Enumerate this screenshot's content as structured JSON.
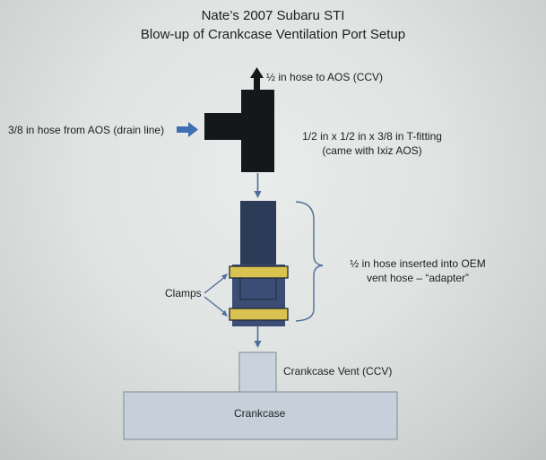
{
  "title_line1": "Nate’s 2007 Subaru STI",
  "title_line2": "Blow-up of Crankcase Ventilation Port Setup",
  "labels": {
    "hose_to_aos": "½ in hose to AOS (CCV)",
    "hose_from_aos": "3/8 in hose from AOS (drain line)",
    "tfitting_line1": "1/2 in x 1/2 in x 3/8 in T-fitting",
    "tfitting_line2": "(came with Ixiz AOS)",
    "adapter_line1": "½ in hose inserted into OEM",
    "adapter_line2": "vent hose – “adapter”",
    "clamps": "Clamps",
    "crankcase_vent": "Crankcase Vent (CCV)",
    "crankcase": "Crankcase"
  },
  "colors": {
    "fitting": "#14181b",
    "arrow_blue": "#3f6fb0",
    "hose": "#2c3b57",
    "outer_hose": "#3b4d74",
    "clamp": "#d9c24f",
    "crankcase_fill": "#c6d0db",
    "outline": "#7f8a96"
  }
}
